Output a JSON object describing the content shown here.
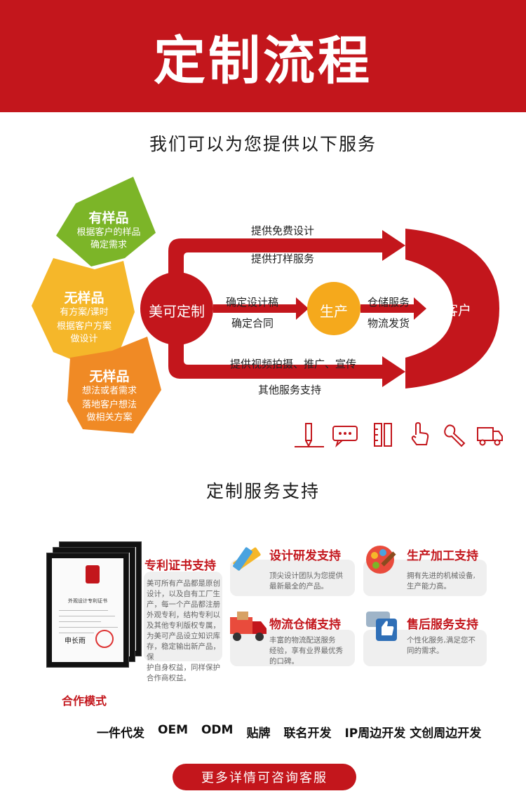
{
  "header": {
    "title": "定制流程"
  },
  "services_title": "我们可以为您提供以下服务",
  "flow": {
    "petals": [
      {
        "title": "有样品",
        "lines": [
          "根据客户的样品",
          "确定需求"
        ],
        "color": "#7cb528"
      },
      {
        "title": "无样品",
        "lines": [
          "有方案/课时",
          "根据客户方案",
          "做设计"
        ],
        "color": "#f5b72a"
      },
      {
        "title": "无样品",
        "lines": [
          "想法或者需求",
          "落地客户想法",
          "做相关方案"
        ],
        "color": "#f08a25"
      }
    ],
    "center": "美可定制",
    "production": "生产",
    "customer": "客户",
    "top_labels": [
      "提供免费设计",
      "提供打样服务"
    ],
    "mid_labels": [
      "确定设计稿",
      "确定合同"
    ],
    "right_labels": [
      "仓储服务",
      "物流发货"
    ],
    "bottom_labels": [
      "提供视频拍摄、推广、宣传",
      "其他服务支持"
    ],
    "colors": {
      "red": "#c3161c",
      "yellow": "#f5a91c"
    }
  },
  "icons": [
    "pen-icon",
    "chat-icon",
    "ruler-icon",
    "hand-pointer-icon",
    "wrench-icon",
    "truck-icon"
  ],
  "support": {
    "title": "定制服务支持",
    "patent": {
      "title": "专利证书支持",
      "desc": [
        "美可所有产品都是原创",
        "设计，以及自有工厂生",
        "产，每一个产品都注册",
        "外观专利，结构专利以",
        "及其他专利版权专属，",
        "为美可产品设立知识库",
        "存，稳定输出新产品，保",
        "护自身权益，同样保护",
        "合作商权益。"
      ],
      "cert_title": "外观设计专利证书",
      "cert_sign": "申长雨"
    },
    "items": [
      {
        "title": "设计研发支持",
        "desc": [
          "顶尖设计团队为您提供",
          "最新最全的产品。"
        ]
      },
      {
        "title": "生产加工支持",
        "desc": [
          "拥有先进的机械设备,",
          "生产能力高。"
        ]
      },
      {
        "title": "物流仓储支持",
        "desc": [
          "丰富的物流配送服务",
          "经验，享有业界最优秀",
          "的口碑。"
        ]
      },
      {
        "title": "售后服务支持",
        "desc": [
          "个性化服务,满足您不",
          "同的需求。"
        ]
      }
    ]
  },
  "cooperation": {
    "title": "合作模式",
    "modes": [
      "一件代发",
      "OEM",
      "ODM",
      "贴牌",
      "联名开发",
      "IP周边开发",
      "文创周边开发"
    ]
  },
  "contact": {
    "label": "更多详情可咨询客服"
  }
}
